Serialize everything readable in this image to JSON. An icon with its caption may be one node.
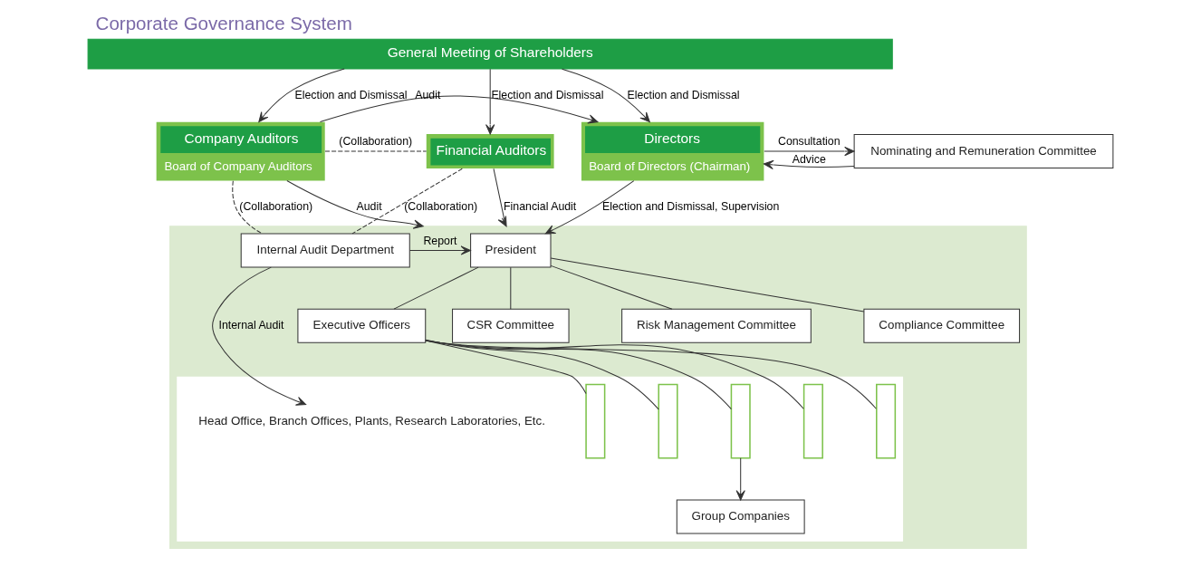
{
  "diagram": {
    "title": "Corporate Governance System",
    "nodes": [
      {
        "text": [
          "General Meeting of Shareholders"
        ]
      },
      {
        "text": [
          "Nominating and Remuneration Committee"
        ]
      },
      {
        "text": [
          "Directors",
          "Board of Directors (Chairman)"
        ]
      },
      {
        "text": [
          "Company Auditors",
          "Board of Company Auditors"
        ]
      },
      {
        "text": [
          "Financial Auditors"
        ]
      },
      {
        "text": [],
        "shape": "box"
      },
      {
        "text": [
          "President"
        ],
        "in": 5
      },
      {
        "text": [
          "CSR Committee"
        ],
        "in": 5
      },
      {
        "text": [
          "Risk Management Committee"
        ],
        "in": 5
      },
      {
        "text": [
          "Compliance Committee"
        ],
        "in": 5
      },
      {
        "text": [],
        "shape": "box",
        "in": 5
      },
      {
        "text": [
          "Executive Officers"
        ],
        "in": 5
      },
      {
        "text": [],
        "shape": "bar",
        "in": 10
      },
      {
        "text": [],
        "shape": "bar",
        "in": 10
      },
      {
        "text": [],
        "shape": "bar",
        "in": 10
      },
      {
        "text": [],
        "shape": "bar",
        "in": 10
      },
      {
        "text": [],
        "shape": "bar",
        "in": 10
      },
      {
        "text": [
          "Head Office, Branch Offices, Plants, Research Laboratories, Etc."
        ],
        "in": 10
      },
      {
        "text": [
          "Group Companies"
        ],
        "in": 10
      },
      {
        "text": [
          "Internal Audit Department"
        ],
        "in": 5
      }
    ],
    "edges": [
      {
        "from": 0,
        "to": 2,
        "arrow": "to",
        "label": "Election and Dismissal"
      },
      {
        "from": 0,
        "to": 3,
        "arrow": "to",
        "label": "Election and Dismissal"
      },
      {
        "from": 0,
        "to": 4,
        "arrow": "to",
        "label": "Election and Dismissal"
      },
      {
        "from": 2,
        "to": 1,
        "arrow": "to",
        "label": "Consultation"
      },
      {
        "from": 1,
        "to": 2,
        "arrow": "to",
        "label": "Advice"
      },
      {
        "from": 3,
        "to": 2,
        "arrow": "to",
        "label": "Audit"
      },
      {
        "from": 3,
        "to": 4,
        "arrow": "none",
        "label": "(Collaboration)",
        "style": "dashed"
      },
      {
        "from": 2,
        "to": 6,
        "arrow": "to",
        "label": "Election and Dismissal, Supervision"
      },
      {
        "from": 3,
        "to": 5,
        "arrow": "to",
        "label": "Audit"
      },
      {
        "from": 4,
        "to": 5,
        "arrow": "to",
        "label": "Financial Audit"
      },
      {
        "from": 3,
        "to": 19,
        "arrow": "none",
        "label": "(Collaboration)",
        "style": "dashed"
      },
      {
        "from": 4,
        "to": 19,
        "arrow": "none",
        "label": "(Collaboration)",
        "style": "dashed"
      },
      {
        "from": 6,
        "to": 7,
        "arrow": "none"
      },
      {
        "from": 6,
        "to": 8,
        "arrow": "none"
      },
      {
        "from": 6,
        "to": 9,
        "arrow": "none"
      },
      {
        "from": 19,
        "to": 6,
        "arrow": "to",
        "label": "Report"
      },
      {
        "from": 6,
        "to": 11,
        "arrow": "none"
      },
      {
        "from": 11,
        "to": 12,
        "arrow": "none"
      },
      {
        "from": 11,
        "to": 13,
        "arrow": "none"
      },
      {
        "from": 11,
        "to": 14,
        "arrow": "none"
      },
      {
        "from": 11,
        "to": 15,
        "arrow": "none"
      },
      {
        "from": 11,
        "to": 16,
        "arrow": "none"
      },
      {
        "from": 14,
        "to": 18,
        "arrow": "to"
      },
      {
        "from": 19,
        "to": 17,
        "arrow": "to",
        "label": "Internal Audit"
      }
    ]
  }
}
